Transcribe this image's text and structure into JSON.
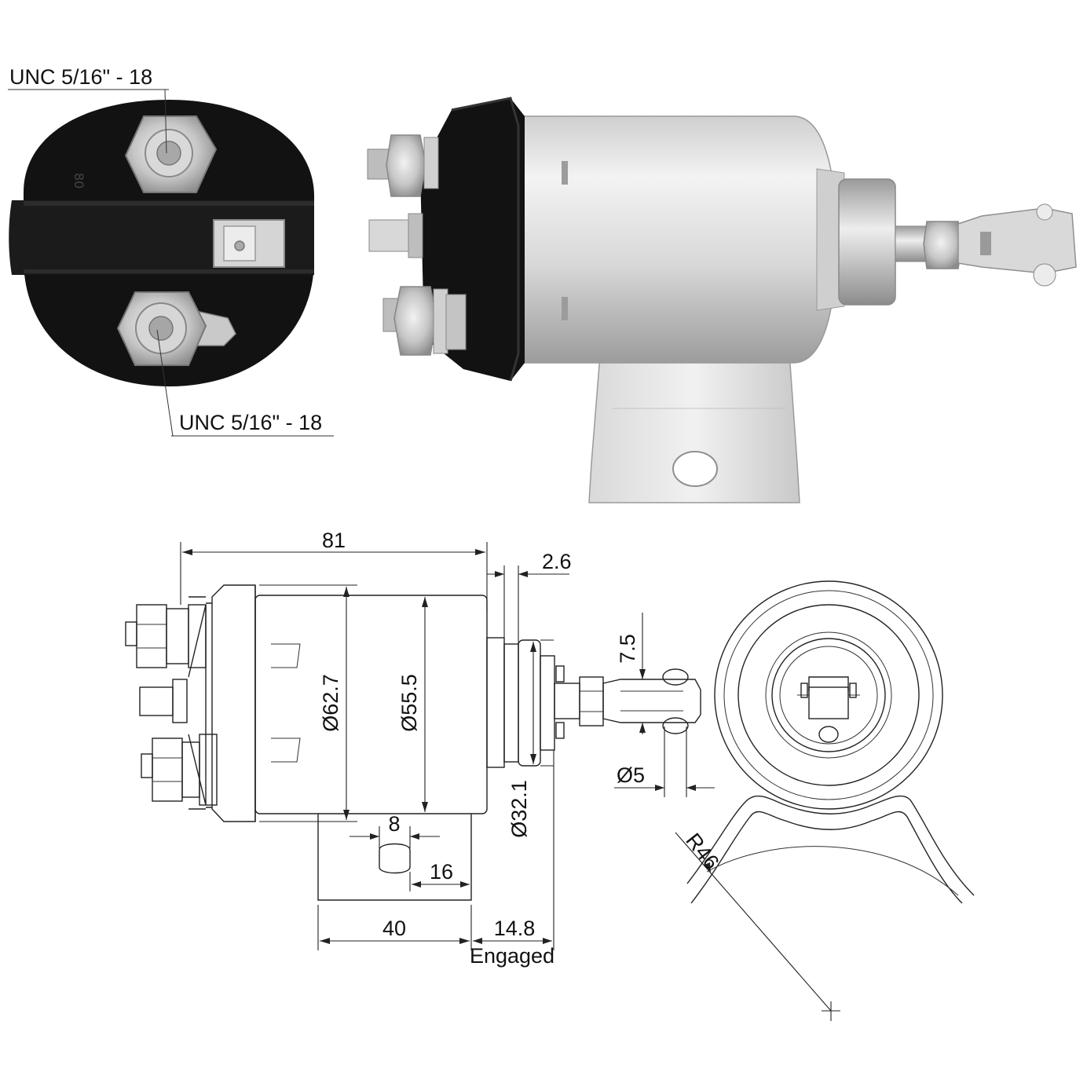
{
  "photo_labels": {
    "thread_top": "UNC 5/16\" - 18",
    "thread_bottom": "UNC 5/16\" - 18"
  },
  "dimensions": {
    "overall_length": "81",
    "flange_gap": "2.6",
    "body_outer_diameter": "Ø62.7",
    "body_inner_diameter": "Ø55.5",
    "plunger_diameter": "Ø32.1",
    "clevis_width": "7.5",
    "pin_diameter": "Ø5",
    "slot_width": "8",
    "slot_offset": "16",
    "bracket_width": "40",
    "engaged_stroke": "14.8",
    "engaged_label": "Engaged",
    "mount_radius": "R46"
  },
  "colors": {
    "housing_black": "#121212",
    "metal_light": "#e4e4e4",
    "metal_mid": "#b9b9b9",
    "metal_dark": "#8a8a8a",
    "line": "#222222"
  }
}
